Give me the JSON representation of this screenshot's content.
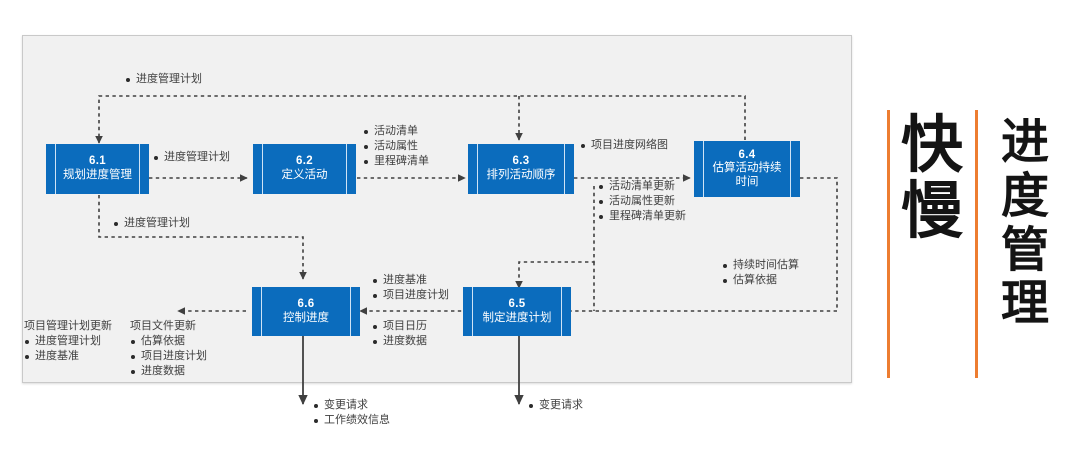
{
  "diagram": {
    "title_banner": {
      "big": "快\n慢",
      "side": "进\n度\n管\n理",
      "accent": "#ed7d31"
    },
    "panel_bg": "#f1f1f1",
    "box_color": "#0b6cbd",
    "boxes": [
      {
        "id": "6.1",
        "num": "6.1",
        "name": "规划进度管理"
      },
      {
        "id": "6.2",
        "num": "6.2",
        "name": "定义活动"
      },
      {
        "id": "6.3",
        "num": "6.3",
        "name": "排列活动顺序"
      },
      {
        "id": "6.4",
        "num": "6.4",
        "name": "估算活动持续\n时间"
      },
      {
        "id": "6.5",
        "num": "6.5",
        "name": "制定进度计划"
      },
      {
        "id": "6.6",
        "num": "6.6",
        "name": "控制进度"
      }
    ],
    "annotations": {
      "top_feedback": {
        "items": [
          "进度管理计划"
        ]
      },
      "a61_to_62": {
        "items": [
          "进度管理计划"
        ]
      },
      "a62_to_63": {
        "items": [
          "活动清单",
          "活动属性",
          "里程碑清单"
        ]
      },
      "a63_to_64": {
        "items": [
          "项目进度网络图"
        ]
      },
      "a63_updates": {
        "items": [
          "活动清单更新",
          "活动属性更新",
          "里程碑清单更新"
        ]
      },
      "mid_feedback": {
        "items": [
          "进度管理计划"
        ]
      },
      "a64_duration": {
        "items": [
          "持续时间估算",
          "估算依据"
        ]
      },
      "a65_to_66_top": {
        "items": [
          "进度基准",
          "项目进度计划"
        ]
      },
      "a65_to_66_bottom": {
        "items": [
          "项目日历",
          "进度数据"
        ]
      },
      "pm_plan_updates": {
        "header": "项目管理计划更新",
        "items": [
          "进度管理计划",
          "进度基准"
        ]
      },
      "doc_updates": {
        "header": "项目文件更新",
        "items": [
          "估算依据",
          "项目进度计划",
          "进度数据"
        ]
      },
      "out_66": {
        "items": [
          "变更请求",
          "工作绩效信息"
        ]
      },
      "out_65": {
        "items": [
          "变更请求"
        ]
      }
    }
  }
}
